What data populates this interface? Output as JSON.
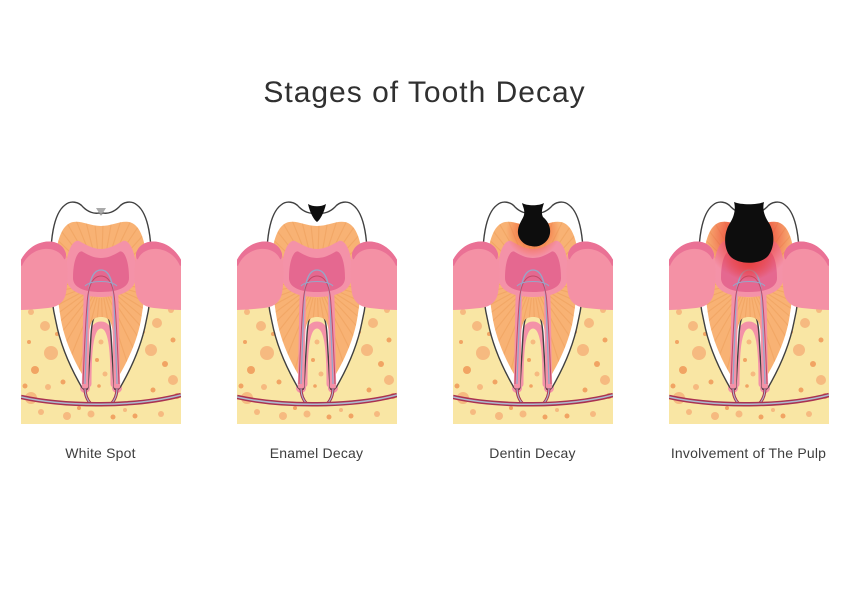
{
  "title": "Stages of Tooth Decay",
  "stages": [
    {
      "id": "white-spot",
      "label": "White Spot"
    },
    {
      "id": "enamel-decay",
      "label": "Enamel Decay"
    },
    {
      "id": "dentin-decay",
      "label": "Dentin Decay"
    },
    {
      "id": "pulp-involvement",
      "label": "Involvement of The Pulp"
    }
  ],
  "colors": {
    "background": "#ffffff",
    "title_text": "#303030",
    "label_text": "#3d3d3d",
    "enamel": "#ffffff",
    "tooth_outline": "#404040",
    "dentin": "#f8b274",
    "dentin_stripe": "#eb9c58",
    "pulp": "#f492a8",
    "pulp_inner": "#e56890",
    "nerve_blue": "#97a6c8",
    "nerve_red": "#c04a68",
    "gum": "#f491a5",
    "gum_shadow": "#ea7195",
    "bone": "#f9e6a4",
    "bone_dot_light": "#f6ba80",
    "bone_dot_dark": "#f1a463",
    "vessel_red": "#a93251",
    "vessel_core": "#adbacf",
    "cavity_black": "#0d0d0d",
    "decay_halo_orange": "#f2683a",
    "decay_halo_red": "#e93b34",
    "white_spot_gray": "#9b9b9b"
  }
}
